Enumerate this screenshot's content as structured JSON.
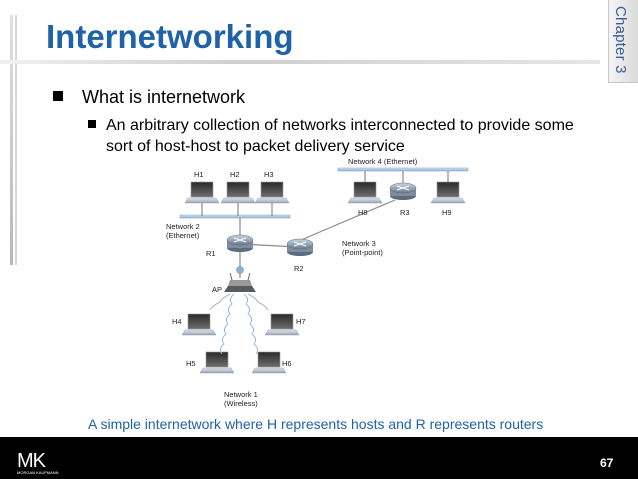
{
  "slide": {
    "title": "Internetworking",
    "chapter_tab": "Chapter 3",
    "bullet_1": "What is internetwork",
    "bullet_2": "An arbitrary collection of networks interconnected to provide some sort of host-host to packet delivery service",
    "caption": "A simple internetwork where H represents hosts and R represents routers",
    "page_number": "67",
    "publisher_logo": "MK",
    "publisher_name": "MORGAN KAUFMANN"
  },
  "diagram": {
    "hosts": {
      "h1": "H1",
      "h2": "H2",
      "h3": "H3",
      "h4": "H4",
      "h5": "H5",
      "h6": "H6",
      "h7": "H7",
      "h8": "H8",
      "h9": "H9"
    },
    "routers": {
      "r1": "R1",
      "r2": "R2",
      "r3": "R3"
    },
    "access_point": "AP",
    "network_1_line1": "Network 1",
    "network_1_line2": "(Wireless)",
    "network_2_line1": "Network 2",
    "network_2_line2": "(Ethernet)",
    "network_3_line1": "Network 3",
    "network_3_line2": "(Point-point)",
    "network_4": "Network 4 (Ethernet)"
  }
}
